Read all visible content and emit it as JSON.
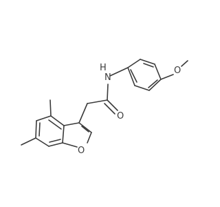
{
  "molecule": {
    "atoms": {
      "nitrogen": {
        "symbol": "N",
        "hydrogen": "H"
      },
      "carbonyl_oxygen": {
        "symbol": "O"
      },
      "methoxy_oxygen": {
        "symbol": "O"
      },
      "furan_oxygen": {
        "symbol": "O"
      }
    },
    "colors": {
      "bond": "#3a3a3a",
      "label": "#3a3a3a",
      "background": "#ffffff"
    }
  }
}
